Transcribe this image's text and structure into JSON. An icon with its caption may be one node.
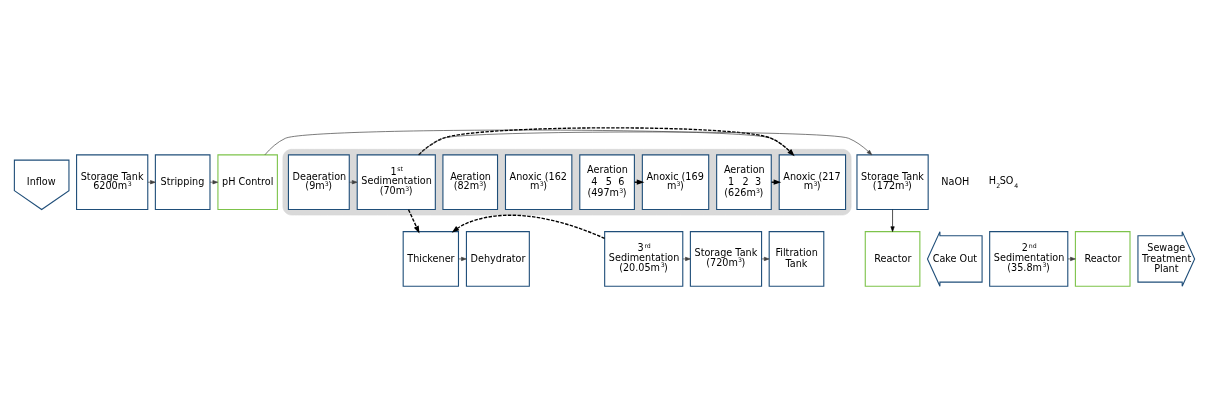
{
  "diagram": {
    "nodes": [
      {
        "text": [
          "Inflow"
        ]
      },
      {
        "text": [
          "Storage Tank 6200m$^{3}$"
        ]
      },
      {
        "text": [
          "Stripping"
        ]
      },
      {
        "text": [
          "pH Control"
        ]
      },
      {
        "text": [],
        "shape": "box"
      },
      {
        "text": [
          "Anoxic (217 m$^{3}$)"
        ],
        "in": 4
      },
      {
        "text": [
          "Aeration",
          "1",
          "2",
          "3",
          "(626m$^{3}$)"
        ],
        "in": 4
      },
      {
        "text": [
          "Anoxic (169 m$^{3}$)"
        ],
        "in": 4
      },
      {
        "text": [
          "Aeration",
          "4",
          "5",
          "6",
          "(497m$^{3}$)"
        ],
        "in": 4
      },
      {
        "text": [
          "Anoxic (162 m$^{3}$)"
        ],
        "in": 4
      },
      {
        "text": [
          "Aeration (82m$^{3}$)"
        ],
        "in": 4
      },
      {
        "text": [
          "Deaeration (9m$^{3}$)"
        ],
        "in": 4
      },
      {
        "text": [
          "1$^{st}$ Sedimentation (70m$^{3}$)"
        ],
        "in": 4
      },
      {
        "text": [
          "Storage Tank (172m$^{3}$)"
        ]
      },
      {
        "text": [
          "Thickener"
        ]
      },
      {
        "text": [
          "Dehydrator"
        ]
      },
      {
        "text": [
          "Cake Out"
        ]
      },
      {
        "text": [
          "Reactor"
        ]
      },
      {
        "text": [
          "2$^{nd}$ Sedimentation (35.8m$^{3}$)"
        ]
      },
      {
        "text": [
          "Reactor"
        ]
      },
      {
        "text": [
          "3$^{rd}$ Sedimentation (20.05m$^{3}$)"
        ]
      },
      {
        "text": [
          "Storage Tank (720m$^{3}$)"
        ]
      },
      {
        "text": [
          "Filtration Tank"
        ]
      },
      {
        "text": [
          "Sewage Treatment Plant"
        ]
      }
    ],
    "edges": [
      {
        "from": 1,
        "to": 2,
        "arrow": "to"
      },
      {
        "from": 2,
        "to": 3,
        "arrow": "to"
      },
      {
        "from": 3,
        "to": 5,
        "arrow": "to"
      },
      {
        "from": 11,
        "to": 12,
        "arrow": "to"
      },
      {
        "from": 12,
        "to": 13,
        "arrow": "to"
      },
      {
        "from": 12,
        "to": 5,
        "arrow": "to",
        "style": "dashed",
        "color": "#000000"
      },
      {
        "from": 6,
        "to": 5,
        "arrow": "to",
        "style": "dashed",
        "color": "#000000"
      },
      {
        "from": 8,
        "to": 7,
        "arrow": "to",
        "style": "dashed",
        "color": "#000000"
      },
      {
        "from": 12,
        "to": 14,
        "arrow": "to",
        "style": "dashed",
        "color": "#000000"
      },
      {
        "from": 14,
        "to": 15,
        "arrow": "to"
      },
      {
        "from": 13,
        "to": 17,
        "arrow": "to",
        "color": "#000000"
      },
      {
        "from": 18,
        "to": 19,
        "arrow": "to"
      },
      {
        "from": 20,
        "to": 21,
        "arrow": "to"
      },
      {
        "from": 21,
        "to": 22,
        "arrow": "to"
      },
      {
        "from": 20,
        "to": 14,
        "arrow": "to",
        "style": "dashed",
        "color": "#000000"
      }
    ],
    "labels": [
      "NaOH",
      "H$_{2}$SO$_{4}$"
    ]
  }
}
